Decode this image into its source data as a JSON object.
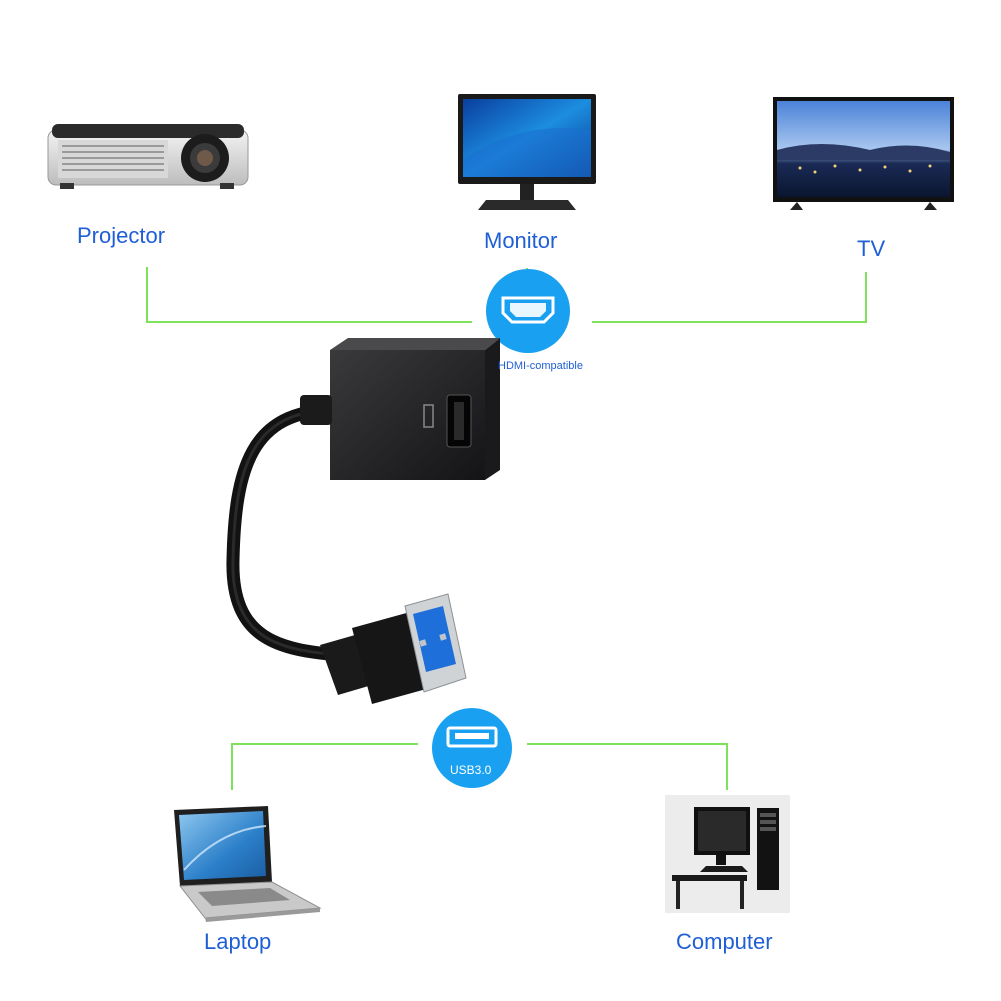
{
  "devices": {
    "projector": "Projector",
    "monitor": "Monitor",
    "tv": "TV",
    "laptop": "Laptop",
    "computer": "Computer"
  },
  "ports": {
    "hdmi_label": "HDMI-compatible",
    "usb_label": "USB3.0"
  },
  "colors": {
    "label_blue": "#1f5fd6",
    "connector_green": "#7ee35a",
    "badge_blue": "#1aa0f0"
  }
}
